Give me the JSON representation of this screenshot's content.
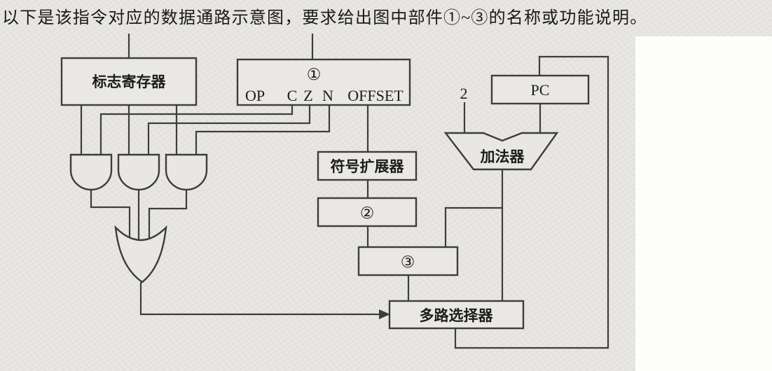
{
  "title": "以下是该指令对应的数据通路示意图，要求给出图中部件①~③的名称或功能说明。",
  "diagram": {
    "flag_register": {
      "label": "标志寄存器"
    },
    "instruction_register": {
      "part_number": "①",
      "fields": {
        "op": "OP",
        "c": "C",
        "z": "Z",
        "n": "N",
        "offset": "OFFSET"
      }
    },
    "pc": {
      "label": "PC"
    },
    "adder": {
      "label": "加法器",
      "constant_input": "2"
    },
    "sign_extender": {
      "label": "符号扩展器"
    },
    "part_2": {
      "part_number": "②"
    },
    "part_3": {
      "part_number": "③"
    },
    "multiplexer": {
      "label": "多路选择器"
    }
  },
  "colors": {
    "paper": "#e7e5e2",
    "line": "#3d3d3d",
    "text": "#1c1c1c",
    "margin_white": "#fdfdfc"
  }
}
